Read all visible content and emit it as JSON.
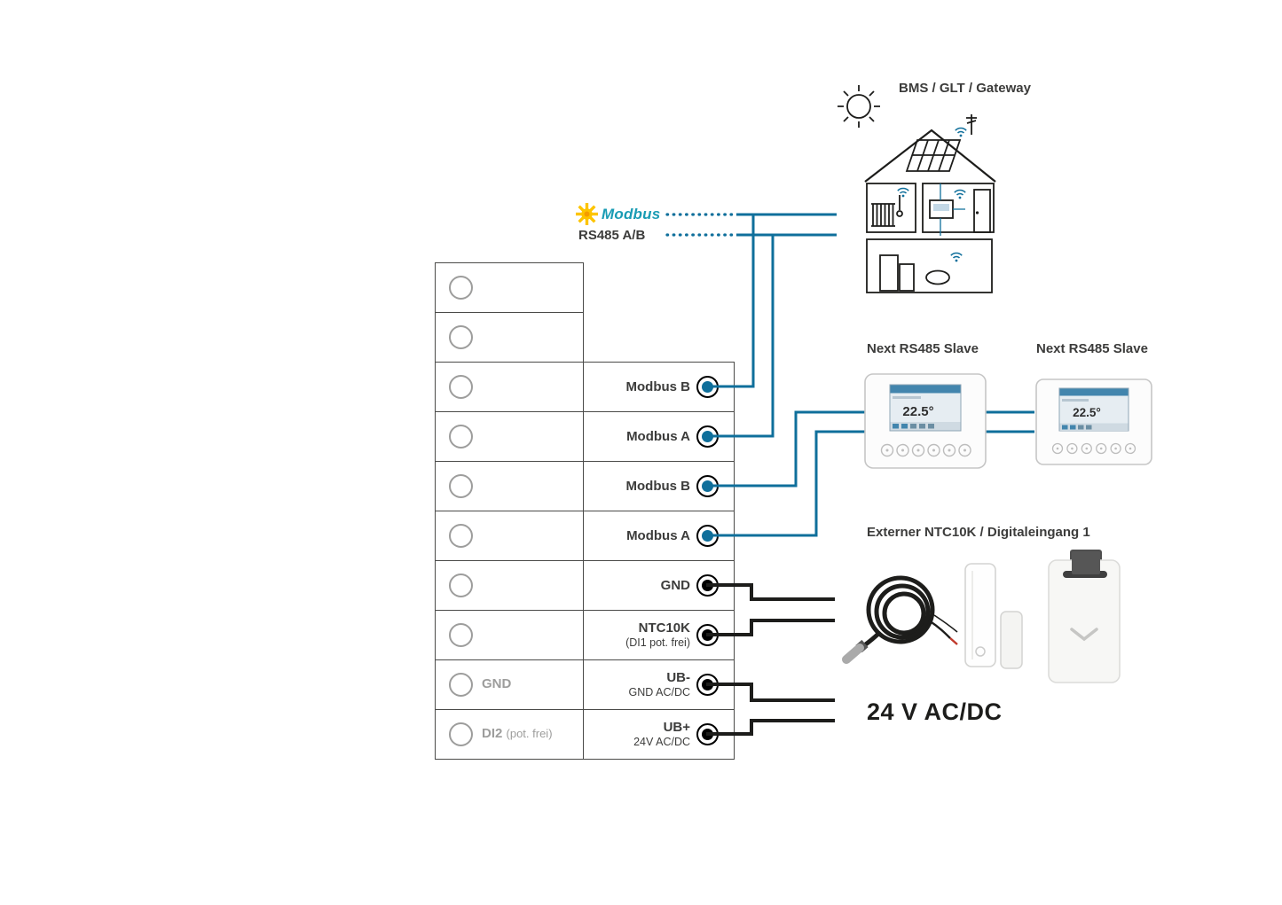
{
  "colors": {
    "blue": "#0f6f9b",
    "ink": "#1d1d1b",
    "gray": "#9d9d9c",
    "dark": "#3c3c3b",
    "yellow": "#fdc400",
    "teal": "#1a9cb4"
  },
  "diagram": {
    "bms_label": "BMS / GLT / Gateway",
    "modbus_logo_text": "Modbus",
    "rs485_label": "RS485 A/B",
    "slave1_label": "Next RS485 Slave",
    "slave2_label": "Next RS485 Slave",
    "sensors_label": "Externer NTC10K / Digitaleingang 1",
    "supply_label": "24 V AC/DC",
    "thermostat_temp": "22.5°"
  },
  "terminal_table": {
    "rows": [
      {
        "right_label": "Modbus B",
        "dot": "blue"
      },
      {
        "right_label": "Modbus A",
        "dot": "blue"
      },
      {
        "right_label": "Modbus B",
        "dot": "blue"
      },
      {
        "right_label": "Modbus A",
        "dot": "blue"
      },
      {
        "right_label": "GND",
        "dot": "black"
      },
      {
        "right_label": "NTC10K",
        "right_sub": "(DI1 pot. frei)",
        "dot": "black"
      },
      {
        "left_label": "GND",
        "right_label": "UB-",
        "right_sub": "GND AC/DC",
        "dot": "black"
      },
      {
        "left_label": "DI2",
        "left_sub": "(pot. frei)",
        "right_label": "UB+",
        "right_sub": "24V AC/DC",
        "dot": "black"
      }
    ]
  }
}
